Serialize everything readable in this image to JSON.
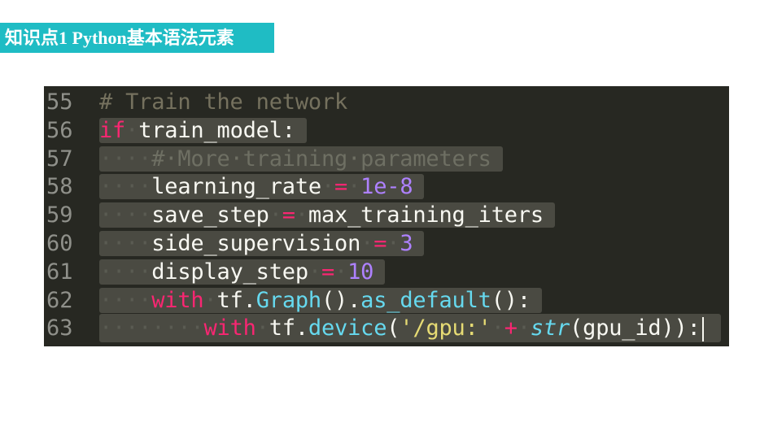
{
  "title": "知识点1  Python基本语法元素",
  "editor": {
    "lines": [
      {
        "num": "55",
        "selected": false,
        "tokens": [
          [
            "# Train the network",
            "cm"
          ]
        ]
      },
      {
        "num": "56",
        "selected": true,
        "tokens": [
          [
            "if",
            "kw"
          ],
          [
            "·",
            "ws"
          ],
          [
            "train_model:",
            ""
          ]
        ]
      },
      {
        "num": "57",
        "selected": true,
        "tokens": [
          [
            "····",
            "ws"
          ],
          [
            "#·More·training·parameters",
            "cm2"
          ]
        ]
      },
      {
        "num": "58",
        "selected": true,
        "tokens": [
          [
            "····",
            "ws"
          ],
          [
            "learning_rate",
            ""
          ],
          [
            "·",
            "ws"
          ],
          [
            "=",
            "op"
          ],
          [
            "·",
            "ws"
          ],
          [
            "1e-8",
            "num"
          ]
        ]
      },
      {
        "num": "59",
        "selected": true,
        "tokens": [
          [
            "····",
            "ws"
          ],
          [
            "save_step",
            ""
          ],
          [
            "·",
            "ws"
          ],
          [
            "=",
            "op"
          ],
          [
            "·",
            "ws"
          ],
          [
            "max_training_iters",
            ""
          ]
        ]
      },
      {
        "num": "60",
        "selected": true,
        "tokens": [
          [
            "····",
            "ws"
          ],
          [
            "side_supervision",
            ""
          ],
          [
            "·",
            "ws"
          ],
          [
            "=",
            "op"
          ],
          [
            "·",
            "ws"
          ],
          [
            "3",
            "num"
          ]
        ]
      },
      {
        "num": "61",
        "selected": true,
        "tokens": [
          [
            "····",
            "ws"
          ],
          [
            "display_step",
            ""
          ],
          [
            "·",
            "ws"
          ],
          [
            "=",
            "op"
          ],
          [
            "·",
            "ws"
          ],
          [
            "10",
            "num"
          ]
        ]
      },
      {
        "num": "62",
        "selected": true,
        "tokens": [
          [
            "····",
            "ws"
          ],
          [
            "with",
            "kw"
          ],
          [
            "·",
            "ws"
          ],
          [
            "tf.",
            ""
          ],
          [
            "Graph",
            "fn"
          ],
          [
            "().",
            ""
          ],
          [
            "as_default",
            "fn"
          ],
          [
            "():",
            ""
          ]
        ]
      },
      {
        "num": "63",
        "selected": true,
        "current": true,
        "tokens": [
          [
            "········",
            "ws"
          ],
          [
            "with",
            "kw"
          ],
          [
            "·",
            "ws"
          ],
          [
            "tf.",
            ""
          ],
          [
            "device",
            "fn"
          ],
          [
            "(",
            ""
          ],
          [
            "'/gpu:'",
            "str"
          ],
          [
            "·",
            "ws"
          ],
          [
            "+",
            "op"
          ],
          [
            "·",
            "ws"
          ],
          [
            "str",
            "bi"
          ],
          [
            "(gpu_id)):",
            ""
          ]
        ]
      }
    ]
  }
}
